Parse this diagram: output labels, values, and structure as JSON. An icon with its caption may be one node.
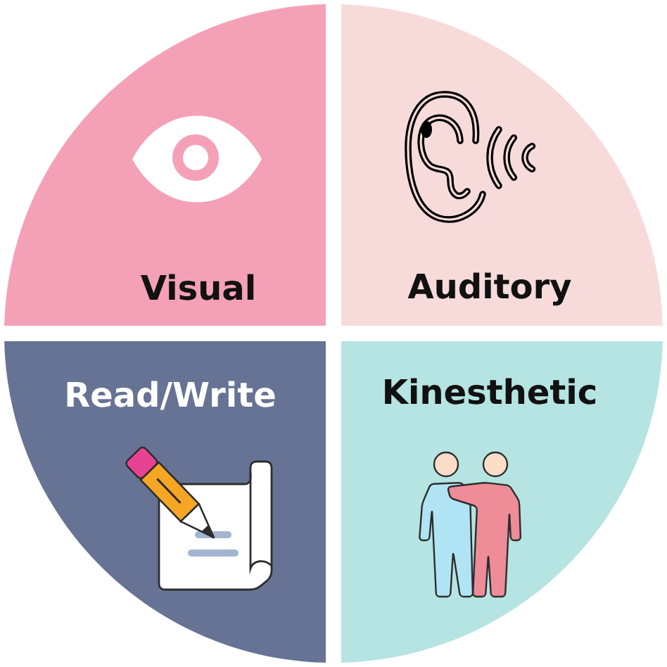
{
  "diagram": {
    "nodes": [
      {
        "text": [
          "Visual"
        ]
      },
      {
        "text": [
          "Auditory"
        ]
      },
      {
        "text": [
          "Read/Write"
        ]
      },
      {
        "text": [
          "Kinesthetic"
        ]
      }
    ]
  }
}
